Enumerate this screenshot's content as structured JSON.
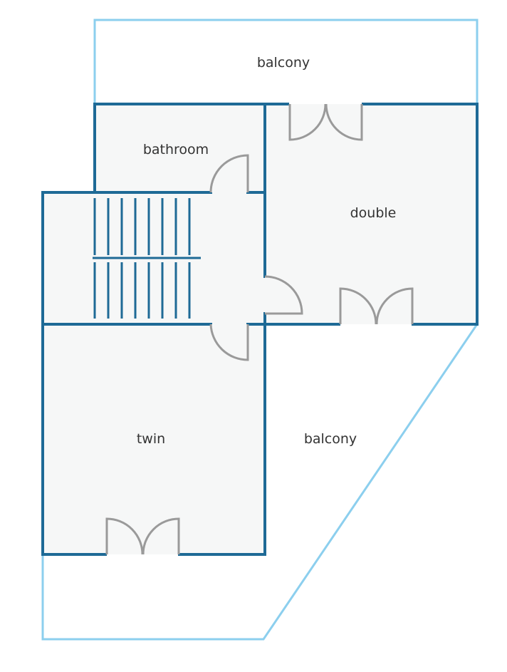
{
  "labels": {
    "balcony_top": "balcony",
    "bathroom": "bathroom",
    "double": "double",
    "twin": "twin",
    "balcony_right": "balcony"
  },
  "colors": {
    "wall": "#1e6a96",
    "balcony_outline": "#8ccfee",
    "room_fill": "#f6f7f7",
    "door": "#9a9a9a",
    "background": "#ffffff"
  }
}
